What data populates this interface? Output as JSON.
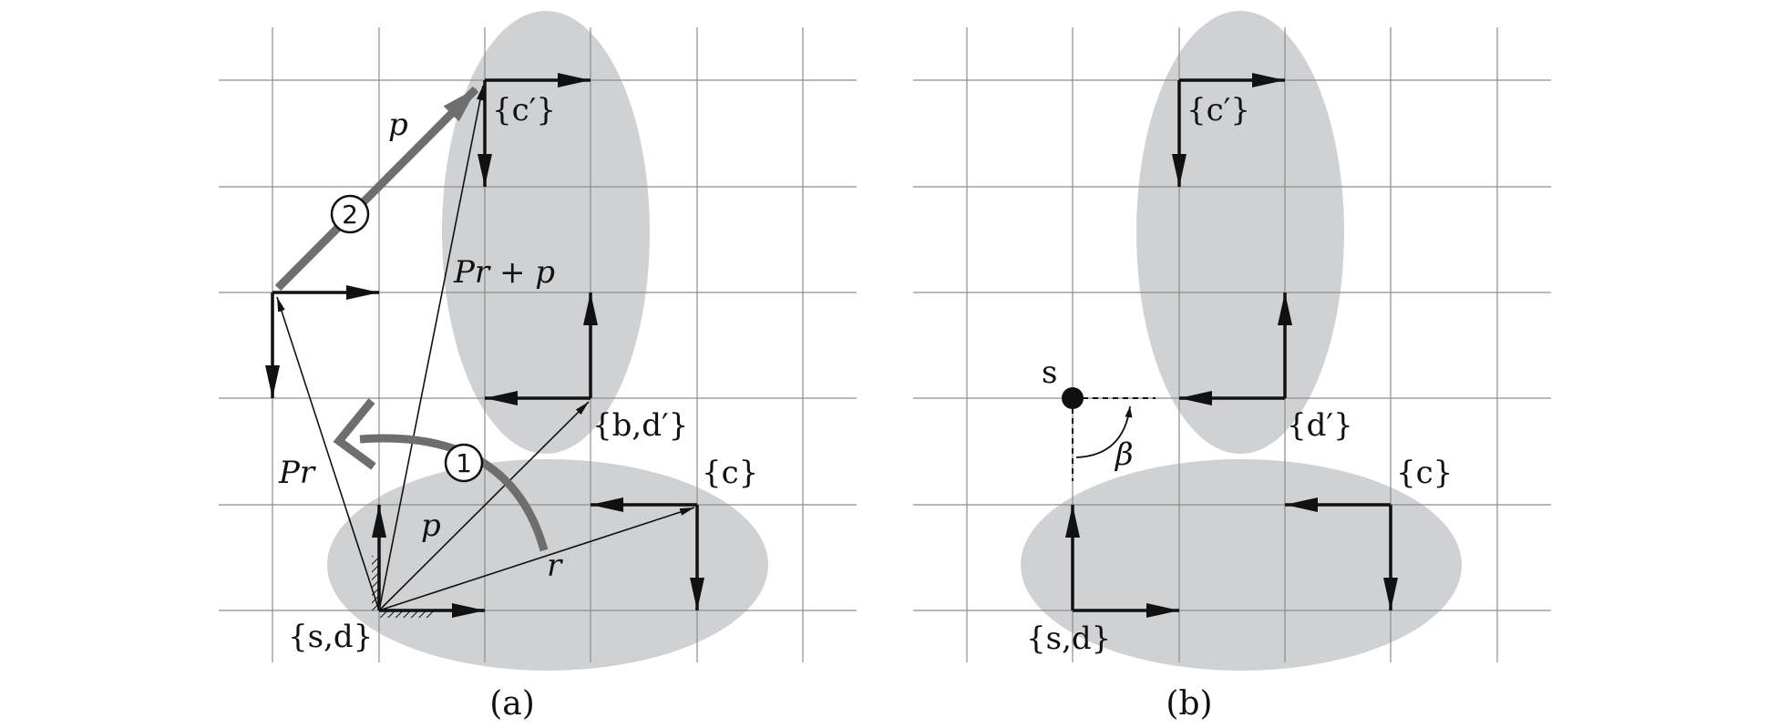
{
  "colors": {
    "ellipse": "#d0d1d3",
    "grid": "#8c8c8c",
    "frame": "#111111",
    "big_arrow": "#6e6e6e"
  },
  "panel_a": {
    "caption": "(a)",
    "frame_c_prime": "{c′}",
    "frame_b_d_prime": "{b,d′}",
    "frame_c": "{c}",
    "frame_s_d": "{s,d}",
    "vec_p_top": "p",
    "vec_pr_plus_p": "Pr + p",
    "vec_pr": "Pr",
    "vec_p": "p",
    "vec_r": "r",
    "step_1": "1",
    "step_2": "2"
  },
  "panel_b": {
    "caption": "(b)",
    "frame_c_prime": "{c′}",
    "frame_d_prime": "{d′}",
    "frame_c": "{c}",
    "frame_s_d": "{s,d}",
    "point_s": "s",
    "angle_beta": "β"
  }
}
